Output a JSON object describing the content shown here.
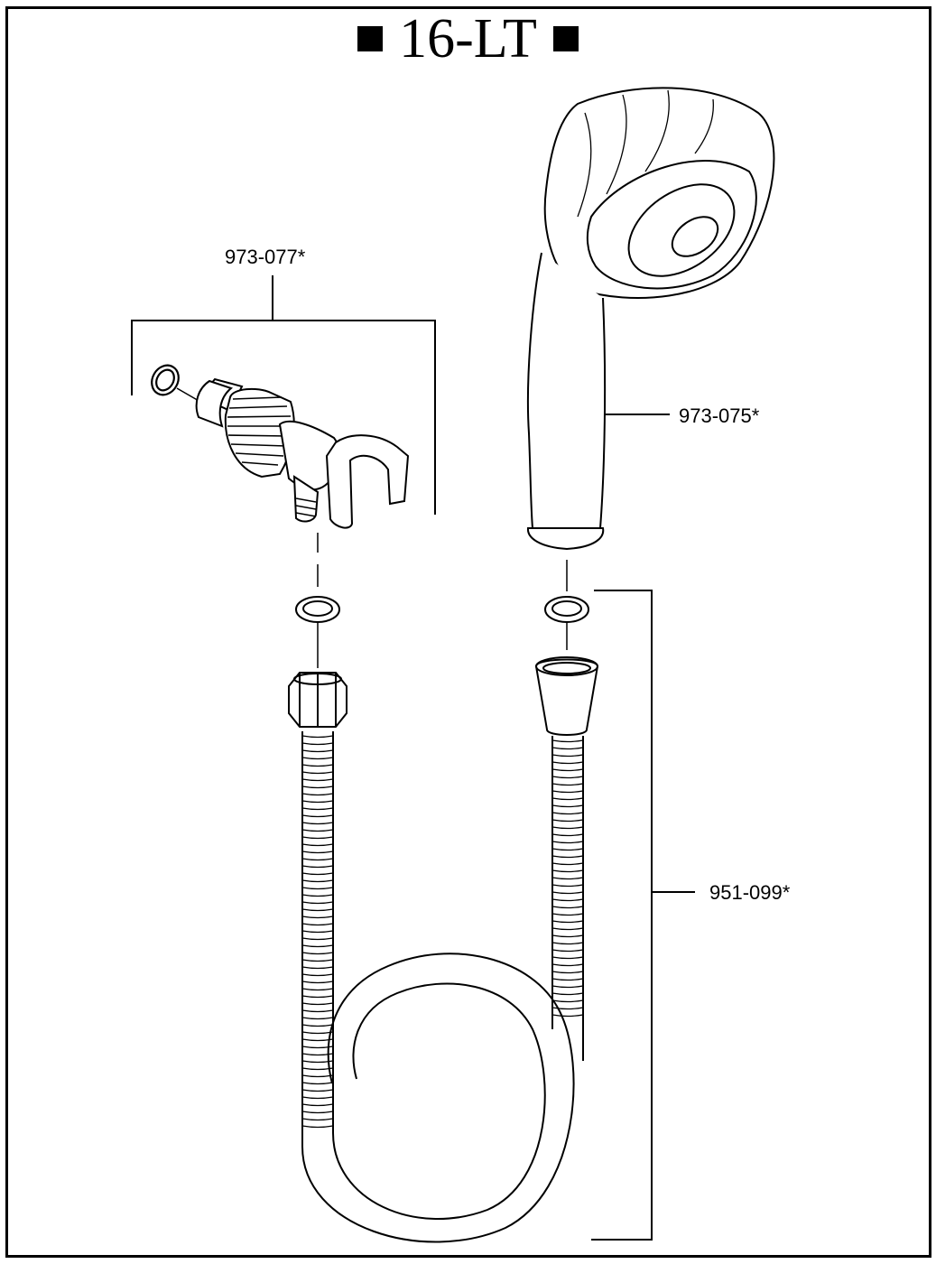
{
  "title": "16-LT",
  "parts": {
    "holder": {
      "number": "973-077*"
    },
    "handshower": {
      "number": "973-075*"
    },
    "hose": {
      "number": "951-099*"
    }
  }
}
